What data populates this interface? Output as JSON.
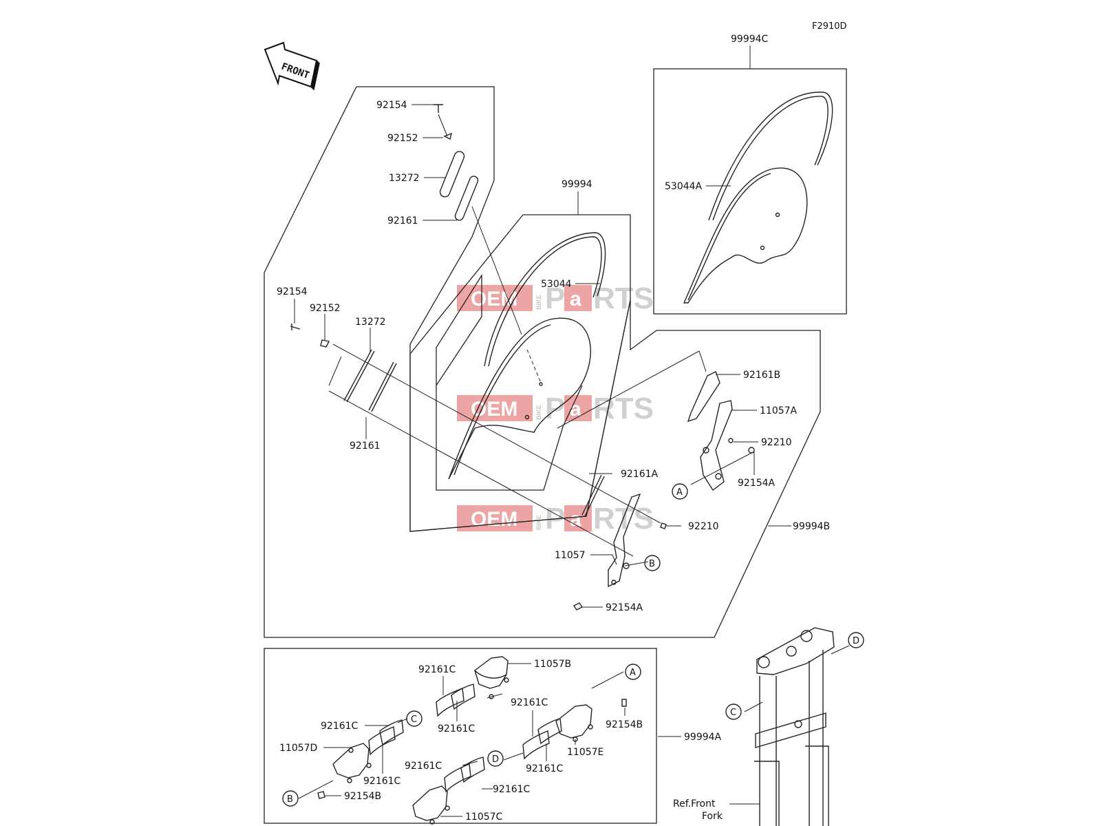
{
  "figure_code": "F2910D",
  "front_label": "FRONT",
  "reference": {
    "line1": "Ref.Front",
    "line2": "Fork"
  },
  "watermark": {
    "left": "OEM",
    "middle": "BIKE",
    "right1": "P",
    "right2": "a",
    "right3": "RTS"
  },
  "circle_refs": [
    "A",
    "B",
    "C",
    "D"
  ],
  "labels": {
    "l_92154_top": "92154",
    "l_92152_top": "92152",
    "l_13272_top": "13272",
    "l_92161_top": "92161",
    "l_99994": "99994",
    "l_53044": "53044",
    "l_99994C": "99994C",
    "l_53044A": "53044A",
    "l_92154_left": "92154",
    "l_92152_left": "92152",
    "l_13272_left": "13272",
    "l_92161_left": "92161",
    "l_92161B": "92161B",
    "l_11057A": "11057A",
    "l_92210_a": "92210",
    "l_92154A_a": "92154A",
    "l_92161A": "92161A",
    "l_92210_b": "92210",
    "l_99994B": "99994B",
    "l_11057": "11057",
    "l_92154A_b": "92154A",
    "l_92161C_1": "92161C",
    "l_11057B": "11057B",
    "l_92161C_2": "92161C",
    "l_92161C_3": "92161C",
    "l_92154B_a": "92154B",
    "l_92161C_4": "92161C",
    "l_11057D": "11057D",
    "l_92161C_5": "92161C",
    "l_11057E": "11057E",
    "l_92161C_6": "92161C",
    "l_99994A": "99994A",
    "l_92161C_7": "92161C",
    "l_92161C_8": "92161C",
    "l_92154B_b": "92154B",
    "l_11057C": "11057C"
  }
}
